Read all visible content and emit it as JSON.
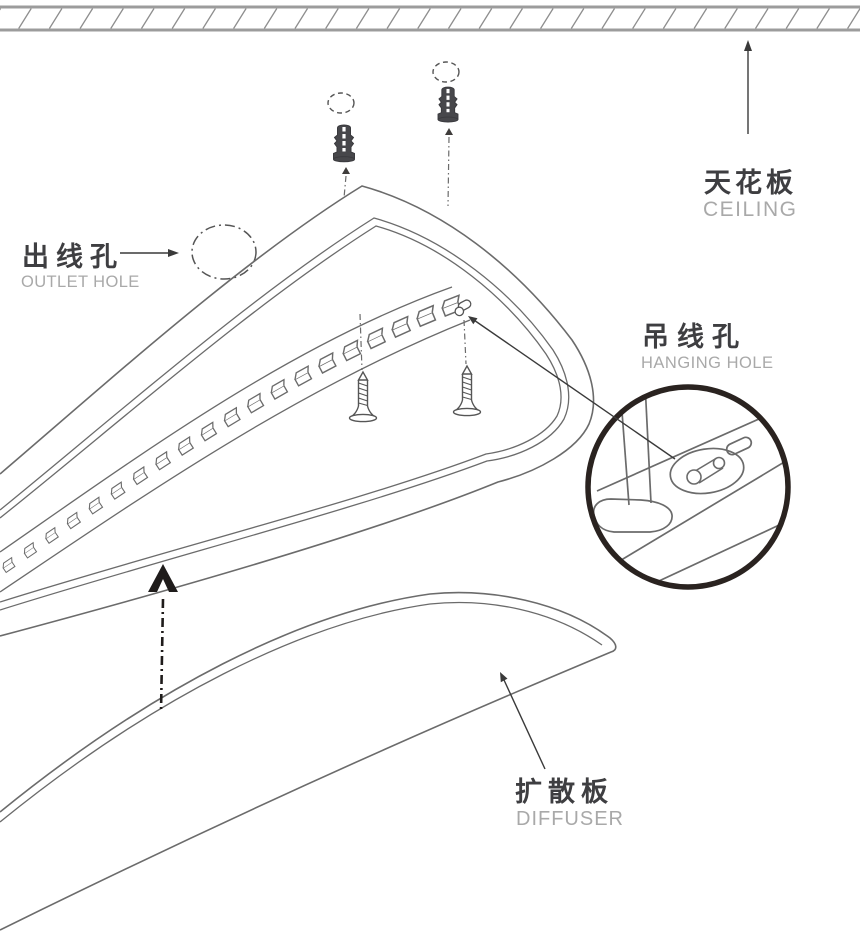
{
  "title": "LED linear light fixture installation diagram",
  "labels": {
    "ceiling": {
      "zh": "天花板",
      "en": "CEILING"
    },
    "outlet_hole": {
      "zh": "出线孔",
      "en": "OUTLET HOLE"
    },
    "hanging_hole": {
      "zh": "吊线孔",
      "en": "HANGING HOLE"
    },
    "diffuser": {
      "zh": "扩散板",
      "en": "DIFFUSER"
    }
  },
  "diagram": {
    "led_count": 20,
    "screw_count": 2,
    "anchor_count": 2,
    "parts": [
      "ceiling",
      "outlet-hole",
      "wall-anchors",
      "screws",
      "fixture-housing",
      "led-strip",
      "hanging-hole",
      "diffuser"
    ],
    "colors": {
      "line": "#6b6b6b",
      "dark_text": "#3e3e41",
      "gray_text": "#a9a9a9",
      "anchor_fill": "#47474b",
      "magnifier_ring": "#2a2320",
      "arrow": "#2f2c2b",
      "hatch": "#8e8e8e",
      "ceiling_border": "#9c9c9c"
    }
  }
}
